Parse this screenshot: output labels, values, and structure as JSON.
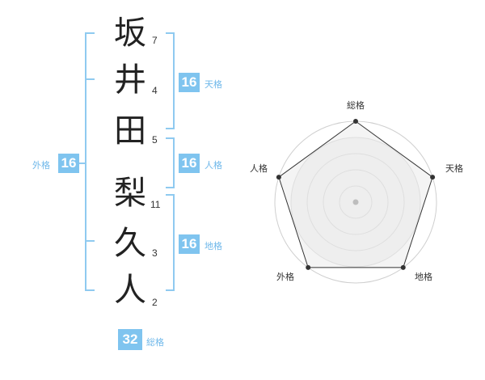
{
  "name": {
    "chars": [
      {
        "char": "坂",
        "strokes": "7"
      },
      {
        "char": "井",
        "strokes": "4"
      },
      {
        "char": "田",
        "strokes": "5"
      },
      {
        "char": "梨",
        "strokes": "11"
      },
      {
        "char": "久",
        "strokes": "3"
      },
      {
        "char": "人",
        "strokes": "2"
      }
    ]
  },
  "fortune": {
    "tenkaku": {
      "label": "天格",
      "value": "16"
    },
    "jinkaku": {
      "label": "人格",
      "value": "16"
    },
    "chikaku": {
      "label": "地格",
      "value": "16"
    },
    "gaikaku": {
      "label": "外格",
      "value": "16"
    },
    "soukaku": {
      "label": "総格",
      "value": "32"
    }
  },
  "radar": {
    "axes": [
      "総格",
      "天格",
      "地格",
      "外格",
      "人格"
    ],
    "levels": 5,
    "values": [
      5,
      5,
      5,
      5,
      5
    ]
  },
  "colors": {
    "accent": "#7fc4ef",
    "bracket": "#8fcaf0",
    "text": "#222222",
    "radar_fill": "#f2f2f2",
    "radar_ring": "#cfcfcf"
  }
}
